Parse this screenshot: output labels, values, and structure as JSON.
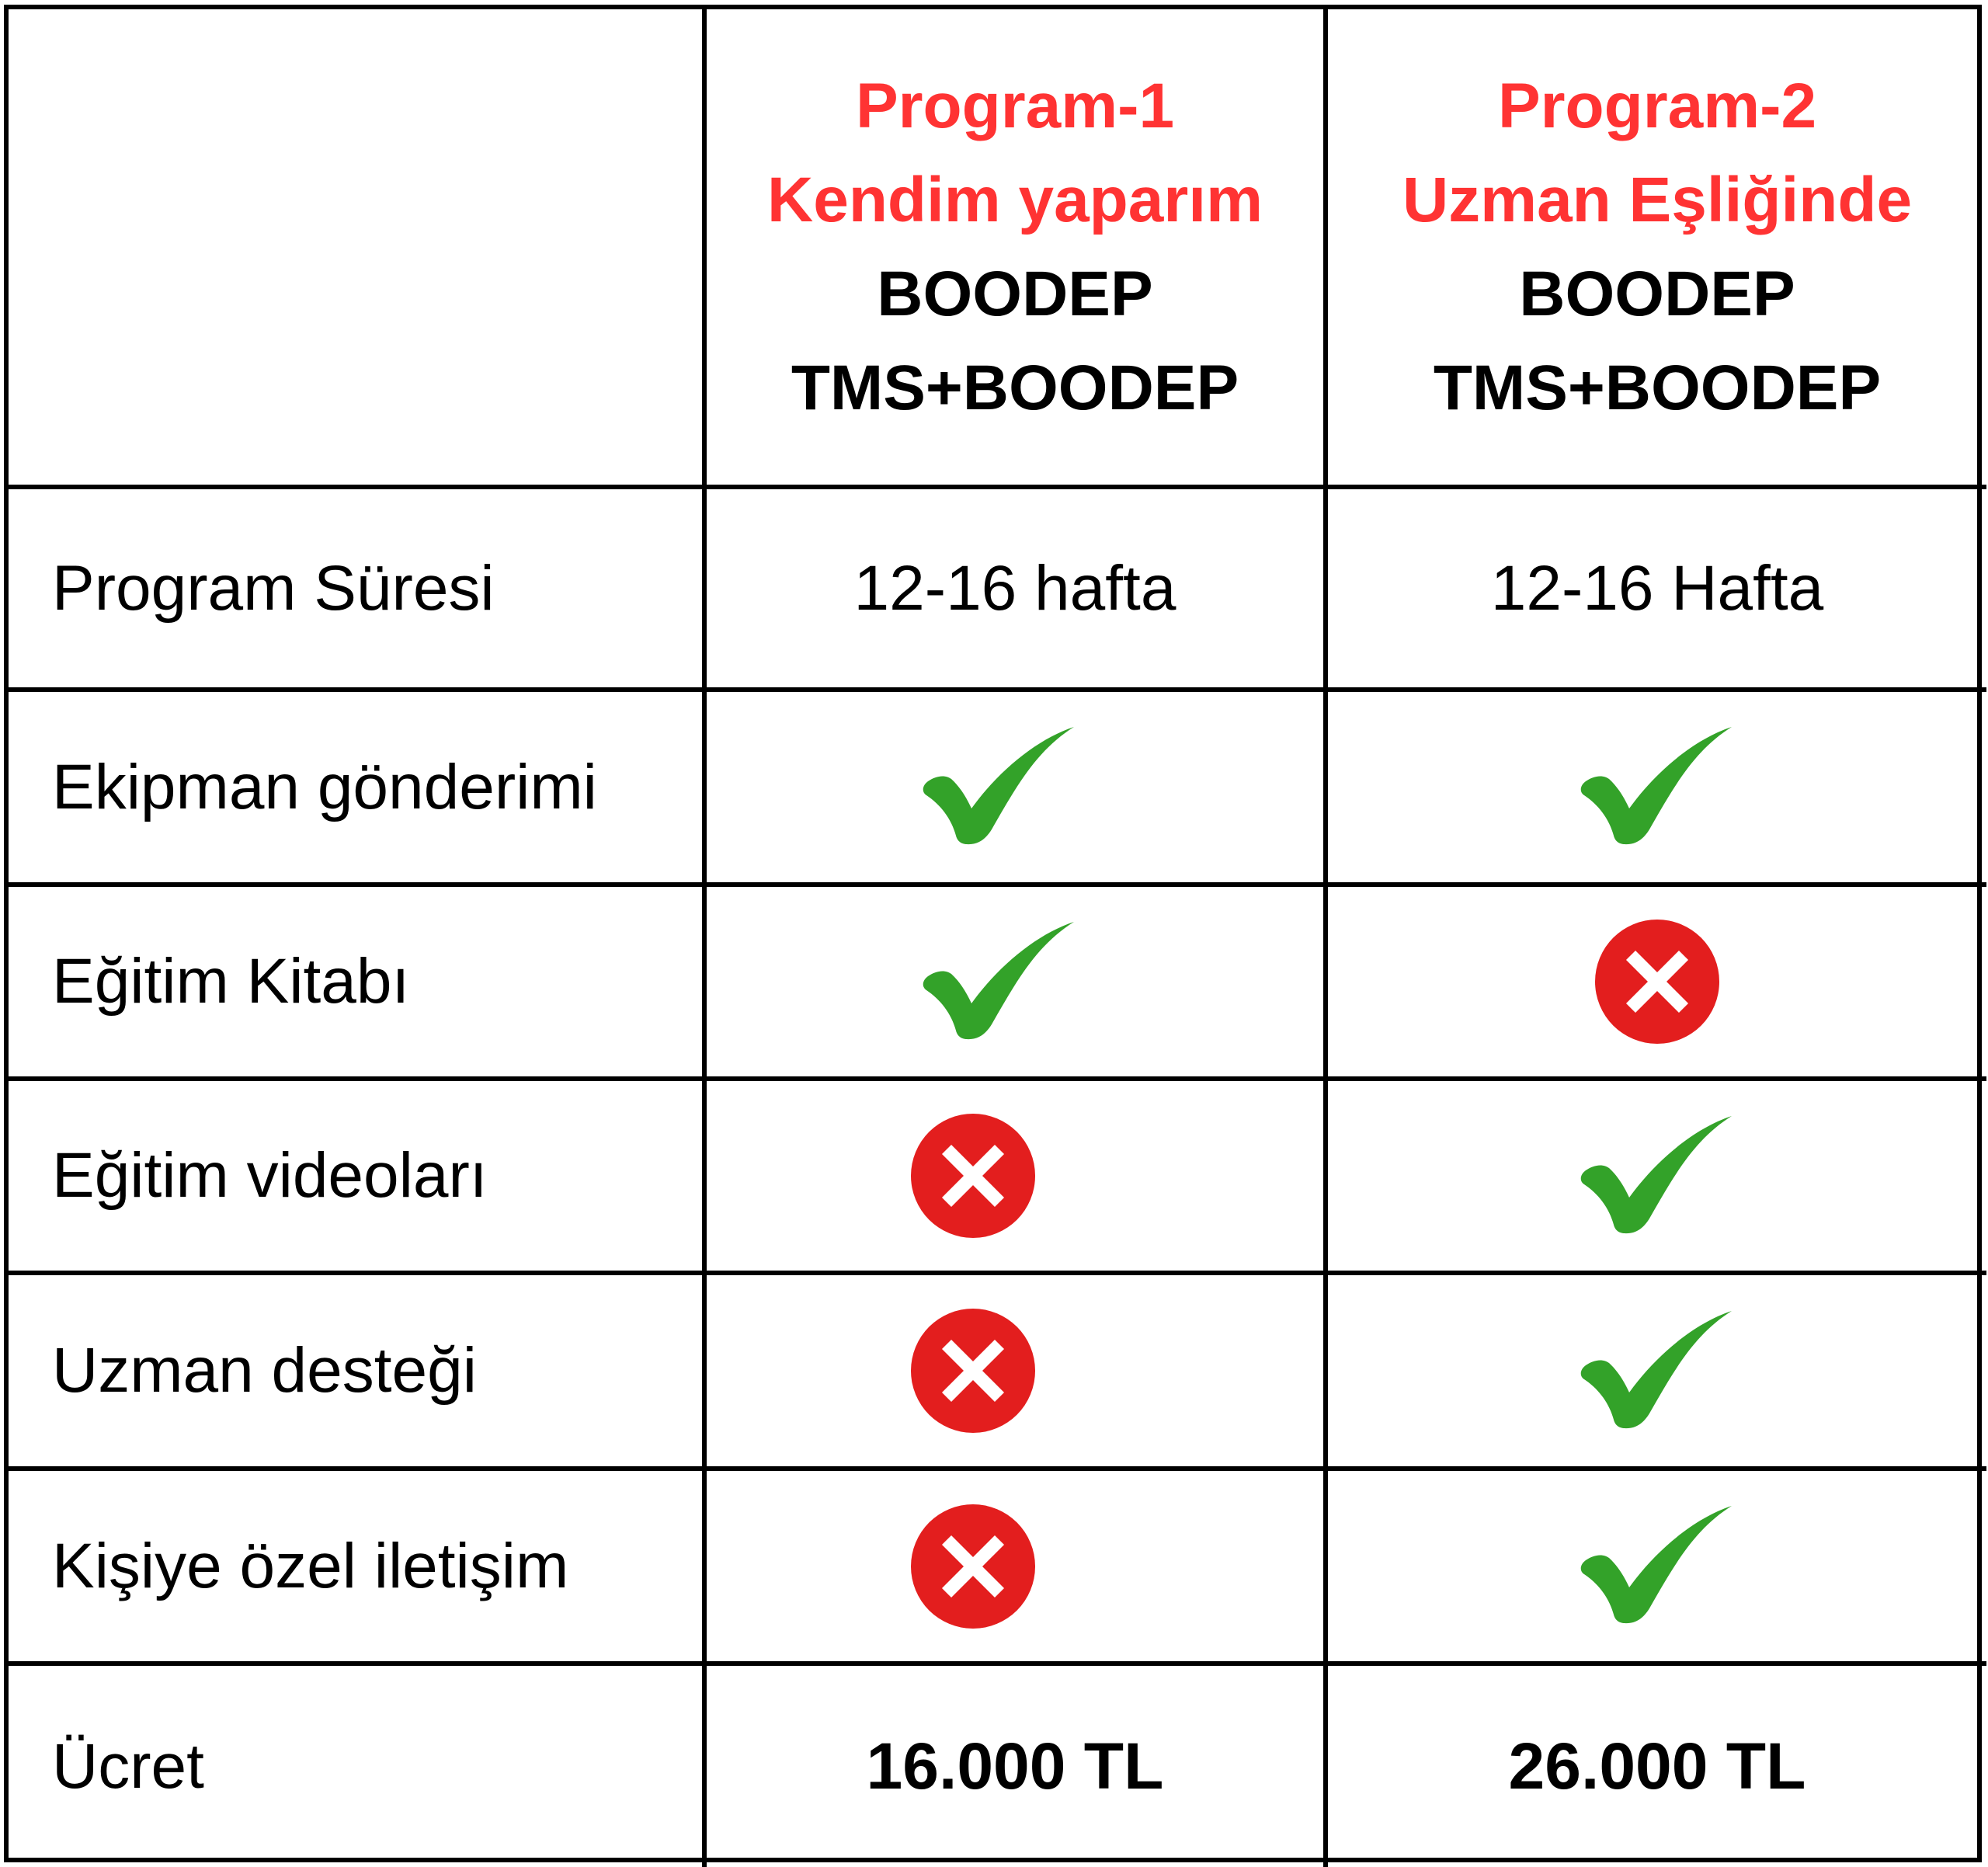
{
  "colors": {
    "header_red": "#ff3333",
    "check_green": "#33a229",
    "cross_red": "#e31e1e"
  },
  "header": {
    "program1": {
      "title": "Program-1",
      "subtitle": "Kendim yaparım",
      "line3": "BOODEP",
      "line4": "TMS+BOODEP"
    },
    "program2": {
      "title": "Program-2",
      "subtitle": "Uzman Eşliğinde",
      "line3": "BOODEP",
      "line4": "TMS+BOODEP"
    }
  },
  "rows": [
    {
      "label": "Program Süresi",
      "p1": "12-16 hafta",
      "p2": "12-16 Hafta"
    },
    {
      "label": "Ekipman gönderimi",
      "p1": "check-icon",
      "p2": "check-icon"
    },
    {
      "label": "Eğitim Kitabı",
      "p1": "check-icon",
      "p2": "cross-icon"
    },
    {
      "label": "Eğitim videoları",
      "p1": "cross-icon",
      "p2": "check-icon"
    },
    {
      "label": "Uzman desteği",
      "p1": "cross-icon",
      "p2": "check-icon"
    },
    {
      "label": "Kişiye özel iletişim",
      "p1": "cross-icon",
      "p2": "check-icon"
    },
    {
      "label": "Ücret",
      "p1": "16.000 TL",
      "p2": "26.000 TL"
    }
  ]
}
